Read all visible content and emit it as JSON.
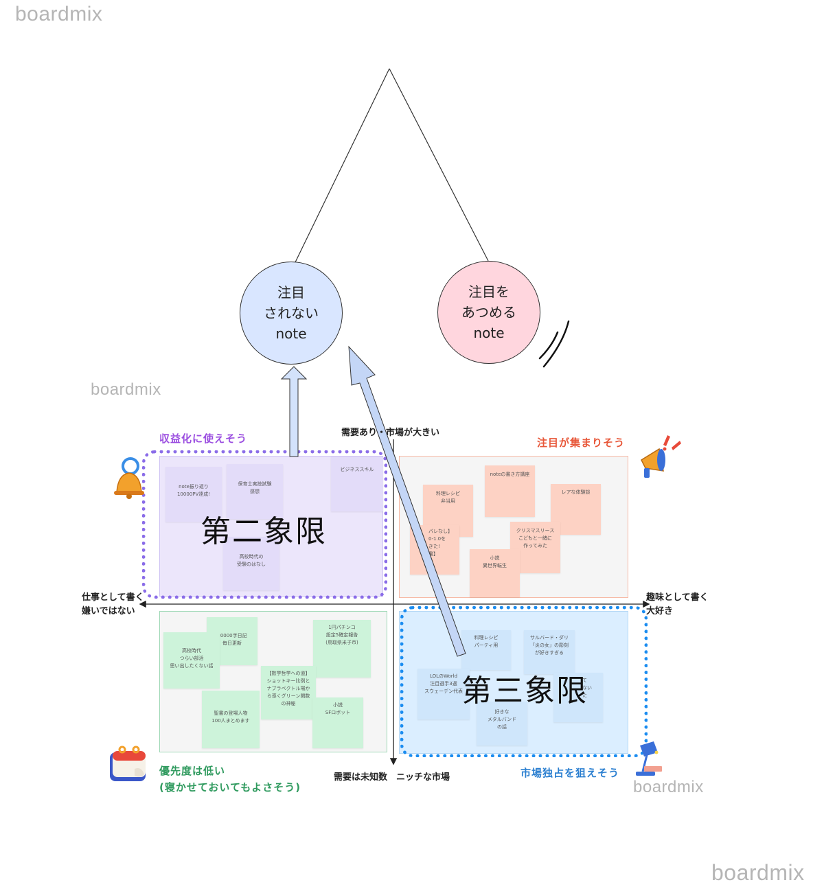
{
  "watermark": "boardmix",
  "circles": {
    "left": {
      "lines": [
        "注目",
        "されない",
        "note"
      ]
    },
    "right": {
      "lines": [
        "注目を",
        "あつめる",
        "note"
      ]
    }
  },
  "axes": {
    "top": "需要あり・市場が大きい",
    "bottom": "需要は未知数　ニッチな市場",
    "left": [
      "仕事として書く",
      "嫌いではない"
    ],
    "right": [
      "趣味として書く",
      "大好き"
    ]
  },
  "quadrant_labels": {
    "top_left": "収益化に使えそう",
    "top_right": "注目が集まりそう",
    "bottom_left": [
      "優先度は低い",
      "(寝かせておいてもよさそう)"
    ],
    "bottom_right": "市場独占を狙えそう"
  },
  "big_labels": {
    "q2": "第二象限",
    "q3": "第三象限"
  },
  "stickies": {
    "q2": [
      {
        "lines": [
          "note振り返り",
          "10000PV達成!"
        ]
      },
      {
        "lines": [
          "保育士実技試験",
          "感想"
        ]
      },
      {
        "lines": [
          "ビジネススキル"
        ]
      },
      {
        "lines": [
          "高校時代の",
          "受験のはなし"
        ]
      }
    ],
    "q1": [
      {
        "lines": [
          "noteの書き方講座"
        ]
      },
      {
        "lines": [
          "料理レシピ",
          "弁当用"
        ]
      },
      {
        "lines": [
          "レアな体験談"
        ]
      },
      {
        "lines": [
          "バレなし】",
          "0-1.0を",
          "きた!",
          "書】"
        ]
      },
      {
        "lines": [
          "クリスマスリース",
          "こどもと一緒に",
          "作ってみた"
        ]
      },
      {
        "lines": [
          "小説",
          "異世界転生"
        ]
      }
    ],
    "q4": [
      {
        "lines": [
          "20000字日記",
          "毎日更新"
        ]
      },
      {
        "lines": [
          "高校時代",
          "つらい部活",
          "思い出したくない話"
        ]
      },
      {
        "lines": [
          "1円パチンコ",
          "設定5確定報告",
          "(鳥取県米子市)"
        ]
      },
      {
        "lines": [
          "【数学哲学への道】",
          "ショットキー比例と",
          "ナブラベクトル場か",
          "ら導くグリーン関数",
          "の神秘"
        ]
      },
      {
        "lines": [
          "聖書の登場人物",
          "100人まとめます"
        ]
      },
      {
        "lines": [
          "小説",
          "SFロボット"
        ]
      }
    ],
    "q3": [
      {
        "lines": [
          "料理レシピ",
          "パーティ用"
        ]
      },
      {
        "lines": [
          "サルバード・ダリ",
          "「炎の女」の彫刻",
          "が好きすぎる"
        ]
      },
      {
        "lines": [
          "LOLのWorld",
          "注目選手3選",
          "スウェーデン代表"
        ]
      },
      {
        "lines": [
          "て",
          "ない",
          "た"
        ]
      },
      {
        "lines": [
          "好きな",
          "メタルバンド",
          "の話"
        ]
      }
    ]
  },
  "icons": {
    "bell": "bell-icon",
    "megaphone": "megaphone-icon",
    "calendar": "calendar-icon",
    "lamp": "desk-lamp-icon"
  },
  "colors": {
    "q2_fill": "#ece6fb",
    "q2_dash": "#8a6ce8",
    "q1_fill": "#f5f5f5",
    "q1_border": "#f7b9a5",
    "q4_fill": "#f5f5f5",
    "q4_border": "#9fd8b6",
    "q3_fill": "#dbeeff",
    "q3_dash": "#1a8cf0",
    "circle_left": "#d9e6ff",
    "circle_right": "#ffd6de",
    "label_top_left": "#9b4ee0",
    "label_top_right": "#e8583a",
    "label_bottom_left": "#2f9a5e",
    "label_bottom_right": "#2b7fd0"
  }
}
